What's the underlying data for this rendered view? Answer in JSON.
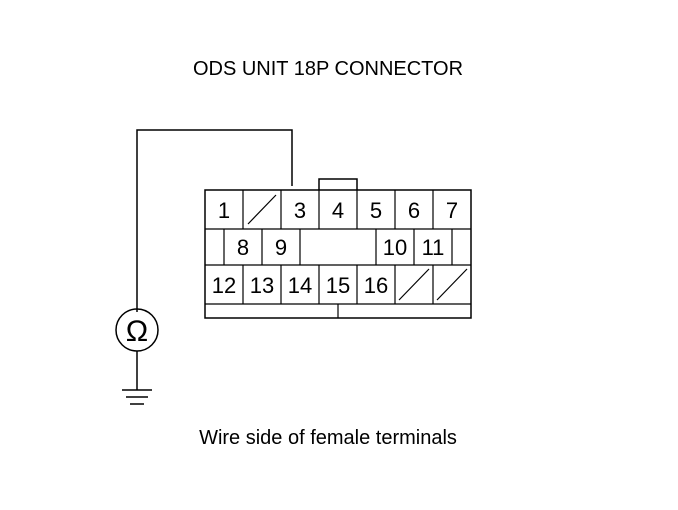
{
  "title": "ODS UNIT 18P CONNECTOR",
  "caption": "Wire side of female terminals",
  "meter_symbol": "Ω",
  "meter_icon": "ohmmeter-icon",
  "ground_icon": "ground-icon",
  "connector": {
    "row1": [
      "1",
      "",
      "3",
      "4",
      "5",
      "6",
      "7"
    ],
    "row2": [
      "",
      "8",
      "9",
      "",
      "10",
      "11",
      ""
    ],
    "row3": [
      "12",
      "13",
      "14",
      "15",
      "16",
      "",
      ""
    ],
    "probed_terminal": "3"
  }
}
